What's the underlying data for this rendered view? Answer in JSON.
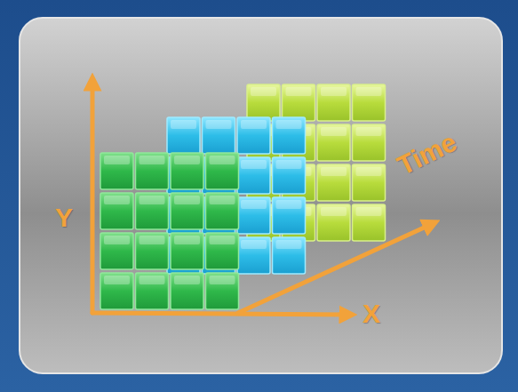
{
  "diagram": {
    "labels": [
      "Y",
      "X",
      "Time"
    ]
  }
}
